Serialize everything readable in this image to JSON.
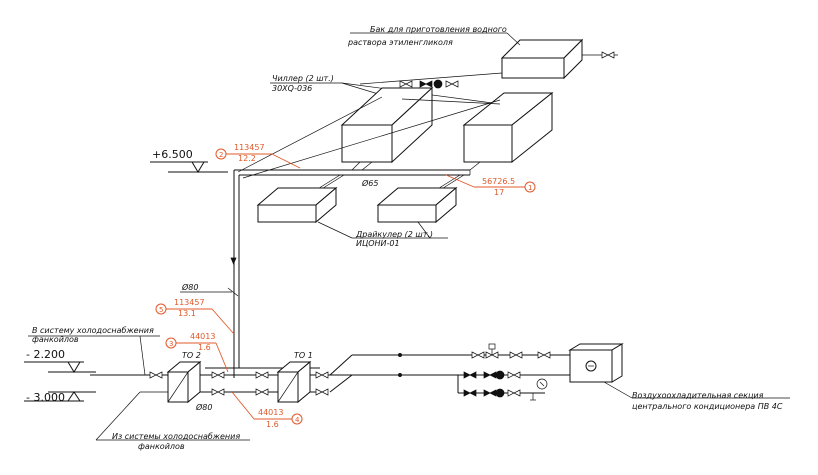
{
  "labels": {
    "tank": [
      "Бак для приготовления водного",
      "раствора этиленгликоля"
    ],
    "chillers": [
      "Чиллер (2 шт.)",
      "30ХQ-036"
    ],
    "drycoolers": [
      "Драйкулер (2 шт.)",
      "ИЦОНИ-01"
    ],
    "pipe_d": "Ø65",
    "riser_d": "Ø80",
    "to2": "ТО 2",
    "to1": "ТО 1",
    "from_label": [
      "В систему холодоснабжения",
      "фанкойлов"
    ],
    "to_label": [
      "Из системы холодоснабжения",
      "фанкойлов"
    ],
    "unit_label": [
      "Воздухоохладительная секция",
      "центрального кондиционера ПВ 4С"
    ],
    "pipe_bottom": "Ø80"
  },
  "levels": {
    "top": "+6.500",
    "mid": "- 2.200",
    "bottom": "- 3.000"
  },
  "callouts": [
    {
      "num": "2",
      "line1": "113457",
      "line2": "12.2"
    },
    {
      "num": "1",
      "line1": "56726.5",
      "line2": "17"
    },
    {
      "num": "5",
      "line1": "113457",
      "line2": "13.1"
    },
    {
      "num": "3",
      "line1": "44013",
      "line2": "1.6"
    },
    {
      "num": "4",
      "line1": "44013",
      "line2": "1.6"
    }
  ],
  "colors": {
    "ink": "#111111",
    "accent": "#e0592a",
    "background": "#ffffff"
  }
}
